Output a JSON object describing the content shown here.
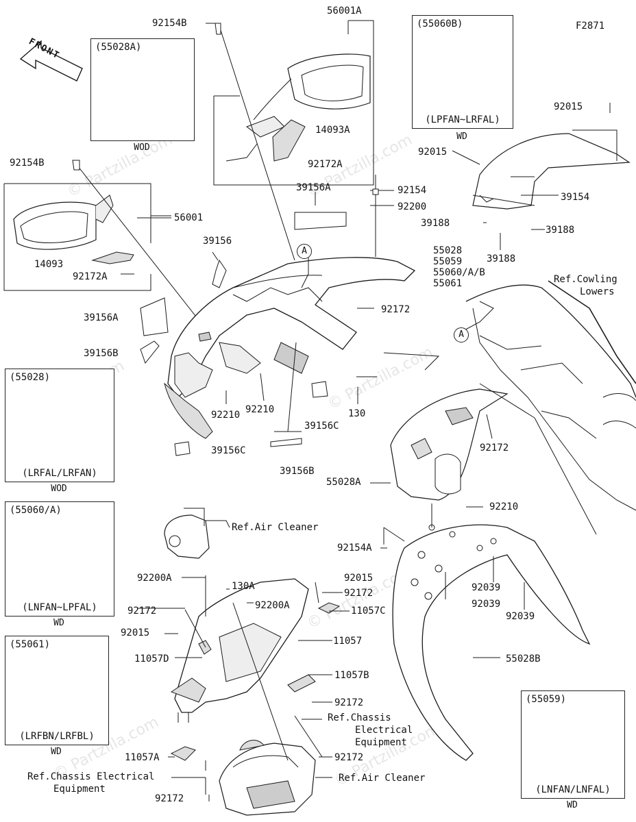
{
  "figure_id": "F2871",
  "front_label": "FRONT",
  "watermark": "© Partzilla.com",
  "callout": "A",
  "labels": {
    "p56001A": "56001A",
    "p92154B_top": "92154B",
    "p14093A": "14093A",
    "p92172A_top": "92172A",
    "p92154B_left": "92154B",
    "p56001": "56001",
    "p14093": "14093",
    "p92172A_left": "92172A",
    "p39156A_top": "39156A",
    "p92154": "92154",
    "p92200": "92200",
    "p39156": "39156",
    "p55028_group": "55028",
    "p55059_group": "55059",
    "p55060AB_group": "55060/A/B",
    "p55061_group": "55061",
    "p92172_mid": "92172",
    "p39156A_left": "39156A",
    "p39156B_left": "39156B",
    "p92210_left": "92210",
    "p92210_mid": "92210",
    "p130": "130",
    "p39156C_mid": "39156C",
    "p39156C_low": "39156C",
    "p39156B_low": "39156B",
    "p92172_right": "92172",
    "p55028A": "55028A",
    "p92210_right": "92210",
    "p92154A": "92154A",
    "p92039_a": "92039",
    "p92039_b": "92039",
    "p92039_c": "92039",
    "p55028B": "55028B",
    "p92015_top": "92015",
    "p92015_mid": "92015",
    "p39154": "39154",
    "p39188_a": "39188",
    "p39188_b": "39188",
    "p39188_c": "39188",
    "ref_cowling": "Ref.Cowling",
    "ref_cowling2": "Lowers",
    "ref_air_cleaner_top": "Ref.Air Cleaner",
    "p92200A_a": "92200A",
    "p130A": "130A",
    "p92200A_b": "92200A",
    "p92015_low": "92015",
    "p92172_low1": "92172",
    "p11057C": "11057C",
    "p92172_low2": "92172",
    "p92015_low2": "92015",
    "p11057D": "11057D",
    "p11057": "11057",
    "p11057B": "11057B",
    "p92172_low3": "92172",
    "ref_chassis_right_1": "Ref.Chassis",
    "ref_chassis_right_2": "Electrical",
    "ref_chassis_right_3": "Equipment",
    "p11057A": "11057A",
    "p92172_low4": "92172",
    "ref_chassis_left_1": "Ref.Chassis Electrical",
    "ref_chassis_left_2": "Equipment",
    "ref_air_cleaner_bottom": "Ref.Air Cleaner",
    "p92172_bottom": "92172"
  },
  "variant_boxes": [
    {
      "part": "(55028A)",
      "models": "",
      "below": "WOD"
    },
    {
      "part": "(55060B)",
      "models": "(LPFAN~LRFAL)",
      "below": "WD"
    },
    {
      "part": "(55028)",
      "models": "(LRFAL/LRFAN)",
      "below": "WOD"
    },
    {
      "part": "(55060/A)",
      "models": "(LNFAN~LPFAL)",
      "below": "WD"
    },
    {
      "part": "(55061)",
      "models": "(LRFBN/LRFBL)",
      "below": "WD"
    },
    {
      "part": "(55059)",
      "models": "(LNFAN/LNFAL)",
      "below": "WD"
    }
  ]
}
